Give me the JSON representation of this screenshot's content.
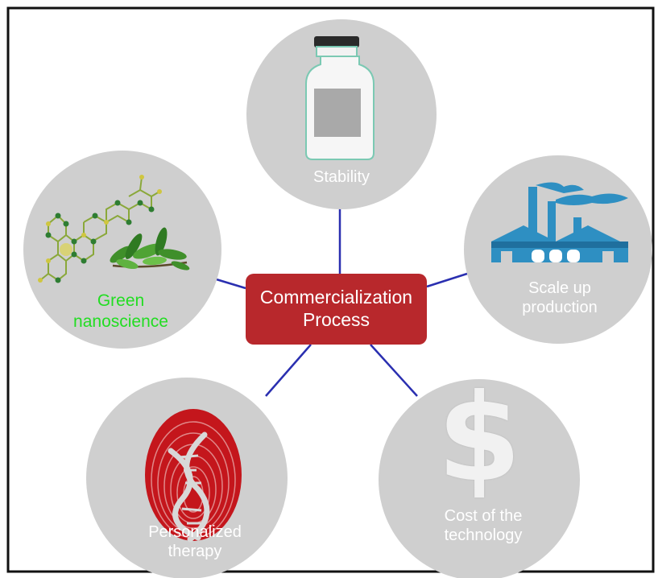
{
  "center": {
    "line1": "Commercialization",
    "line2": "Process"
  },
  "nodes": {
    "stability": {
      "line1": "Stability"
    },
    "green": {
      "line1": "Green",
      "line2": "nanoscience"
    },
    "scale": {
      "line1": "Scale up",
      "line2": "production"
    },
    "personalized": {
      "line1": "Personalized",
      "line2": "therapy"
    },
    "cost": {
      "line1": "Cost of the",
      "line2": "technology",
      "symbol": "$"
    }
  },
  "colors": {
    "circle": "#cfcfcf",
    "center_box": "#b8282c",
    "connector": "#2a2fb0",
    "green_label": "#22dd22",
    "factory": "#2e8fc2",
    "fingerprint": "#c4161c"
  },
  "icons": [
    "vial-icon",
    "molecule-icon",
    "leaves-icon",
    "factory-icon",
    "fingerprint-dna-icon",
    "dollar-icon"
  ]
}
